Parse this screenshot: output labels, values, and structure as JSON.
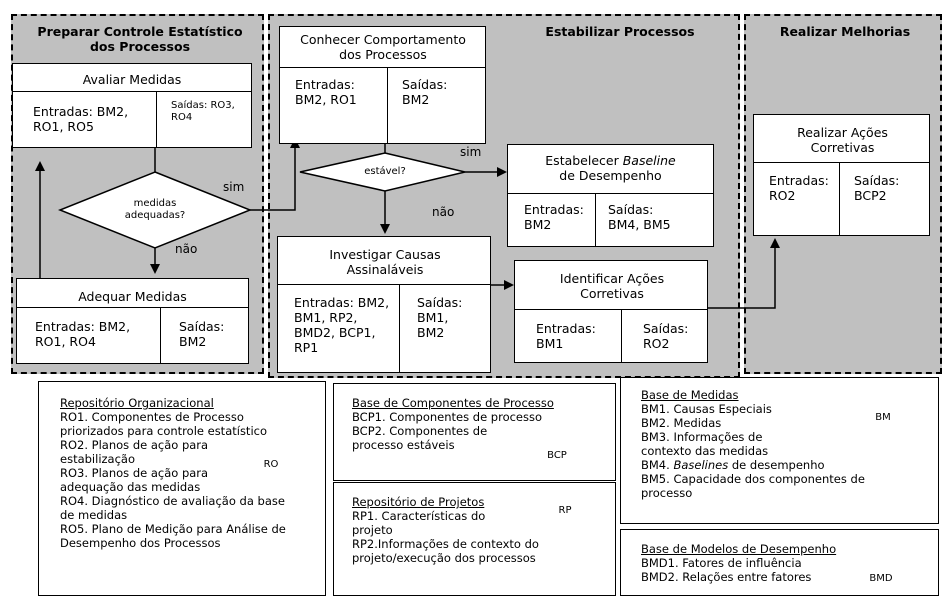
{
  "phases": {
    "preparar": "Preparar Controle Estatístico dos Processos",
    "estabilizar": "Estabilizar Processos",
    "melhorias": "Realizar Melhorias"
  },
  "boxes": {
    "avaliar": {
      "title": "Avaliar Medidas",
      "inputs": "Entradas: BM2, RO1, RO5",
      "outputs": "Saídas: RO3, RO4"
    },
    "adequar": {
      "title": "Adequar Medidas",
      "inputs": "Entradas: BM2, RO1, RO4",
      "outputs": "Saídas: BM2"
    },
    "conhecer": {
      "title": "Conhecer Comportamento dos Processos",
      "inputs": "Entradas: BM2, RO1",
      "outputs": "Saídas: BM2"
    },
    "baseline": {
      "title_pre": "Estabelecer ",
      "title_em": "Baseline",
      "title_post": "de Desempenho",
      "inputs": "Entradas: BM2",
      "outputs": "Saídas: BM4, BM5"
    },
    "investigar": {
      "title": "Investigar Causas Assinaláveis",
      "inputs": "Entradas: BM2, BM1, RP2, BMD2, BCP1, RP1",
      "outputs": "Saídas: BM1, BM2"
    },
    "identificar": {
      "title": "Identificar Ações Corretivas",
      "inputs": "Entradas: BM1",
      "outputs": "Saídas: RO2"
    },
    "realizar": {
      "title": "Realizar Ações Corretivas",
      "inputs": "Entradas: RO2",
      "outputs": "Saídas: BCP2"
    }
  },
  "decisions": {
    "medidas": "medidas adequadas?",
    "estavel": "estável?"
  },
  "labels": {
    "sim1": "sim",
    "nao1": "não",
    "sim2": "sim",
    "nao2": "não"
  },
  "repositories": {
    "ro": {
      "title": "Repositório Organizacional",
      "items": [
        "RO1. Componentes de Processo priorizados para controle estatístico",
        "RO2. Planos de ação para estabilização",
        "RO3. Planos de ação para adequação das medidas",
        "RO4. Diagnóstico de avaliação da base de medidas",
        "RO5. Plano de Medição para Análise de Desempenho dos Processos"
      ],
      "icon": "RO"
    },
    "bcp": {
      "title": "Base de Componentes de Processo",
      "items": [
        "BCP1. Componentes de processo",
        "BCP2. Componentes de processo estáveis"
      ],
      "icon": "BCP"
    },
    "rp": {
      "title": "Repositório de Projetos",
      "items": [
        "RP1. Características do projeto",
        "RP2.Informações de contexto do projeto/execução dos processos"
      ],
      "icon": "RP"
    },
    "bm": {
      "title": "Base de Medidas",
      "items": [
        "BM1. Causas Especiais",
        "BM2. Medidas",
        "BM3. Informações de contexto das medidas"
      ],
      "bm4_pre": "BM4. ",
      "bm4_em": "Baselines",
      "bm4_post": " de desempenho",
      "bm5": "BM5. Capacidade dos componentes de processo",
      "icon": "BM"
    },
    "bmd": {
      "title": "Base de Modelos de Desempenho",
      "items": [
        "BMD1. Fatores de influência",
        "BMD2. Relações entre fatores"
      ],
      "icon": "BMD"
    }
  }
}
